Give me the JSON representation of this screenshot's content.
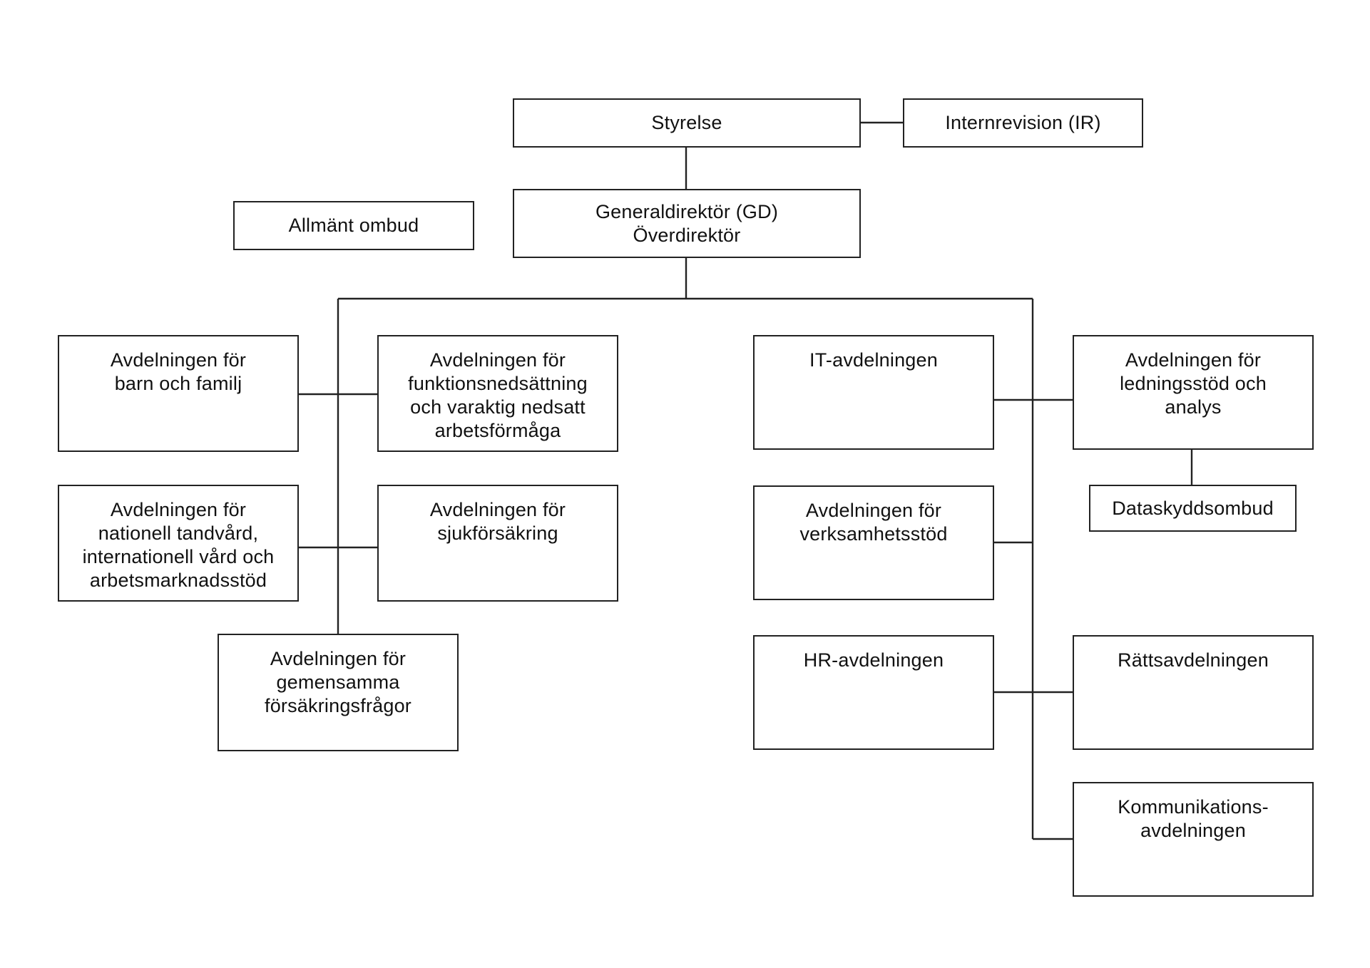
{
  "orgchart": {
    "board": "Styrelse",
    "internal_audit": "Internrevision (IR)",
    "director": {
      "line1": "Generaldirektör (GD)",
      "line2": "Överdirektör"
    },
    "ombud": "Allmänt ombud",
    "departments": {
      "barn_familj": [
        "Avdelningen för",
        "barn och familj"
      ],
      "funktionsnedsattning": [
        "Avdelningen för",
        "funktionsnedsättning",
        "och varaktig nedsatt",
        "arbetsförmåga"
      ],
      "tandvard": [
        "Avdelningen för",
        "nationell tandvård,",
        "internationell vård och",
        "arbetsmarknadsstöd"
      ],
      "sjukforsakring": [
        "Avdelningen för",
        "sjukförsäkring"
      ],
      "gemensamma": [
        "Avdelningen för",
        "gemensamma",
        "försäkringsfrågor"
      ],
      "it": [
        "IT-avdelningen"
      ],
      "ledningsstod": [
        "Avdelningen för",
        "ledningsstöd och",
        "analys"
      ],
      "dataskydd": "Dataskyddsombud",
      "verksamhetsstod": [
        "Avdelningen för",
        "verksamhetsstöd"
      ],
      "hr": [
        "HR-avdelningen"
      ],
      "ratt": [
        "Rättsavdelningen"
      ],
      "kommunikation": [
        "Kommunikations-",
        "avdelningen"
      ]
    }
  }
}
